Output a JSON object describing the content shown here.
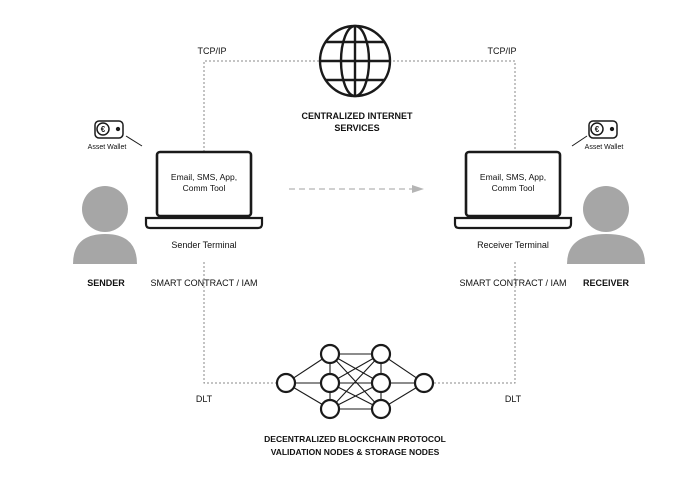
{
  "top": {
    "protocol_left": "TCP/IP",
    "protocol_right": "TCP/IP",
    "center_title_line1": "CENTRALIZED INTERNET",
    "center_title_line2": "SERVICES",
    "center_icon": "globe-icon"
  },
  "sender": {
    "wallet_label": "Asset Wallet",
    "wallet_icon": "wallet-icon",
    "screen_line1": "Email, SMS, App,",
    "screen_line2": "Comm Tool",
    "terminal_label": "Sender Terminal",
    "person_label": "SENDER",
    "contract_label": "SMART CONTRACT / IAM",
    "dlt_label": "DLT"
  },
  "receiver": {
    "wallet_label": "Asset Wallet",
    "wallet_icon": "wallet-icon",
    "screen_line1": "Email, SMS, App,",
    "screen_line2": "Comm Tool",
    "terminal_label": "Receiver Terminal",
    "person_label": "RECEIVER",
    "contract_label": "SMART CONTRACT / IAM",
    "dlt_label": "DLT"
  },
  "bottom": {
    "title_line1": "DECENTRALIZED BLOCKCHAIN PROTOCOL",
    "title_line2": "VALIDATION NODES & STORAGE NODES",
    "network_icon": "network-nodes-icon"
  },
  "colors": {
    "line": "#8a8a8a",
    "person": "#a6a6a6",
    "stroke": "#1a1a1a",
    "arrow": "#b5b5b5"
  }
}
